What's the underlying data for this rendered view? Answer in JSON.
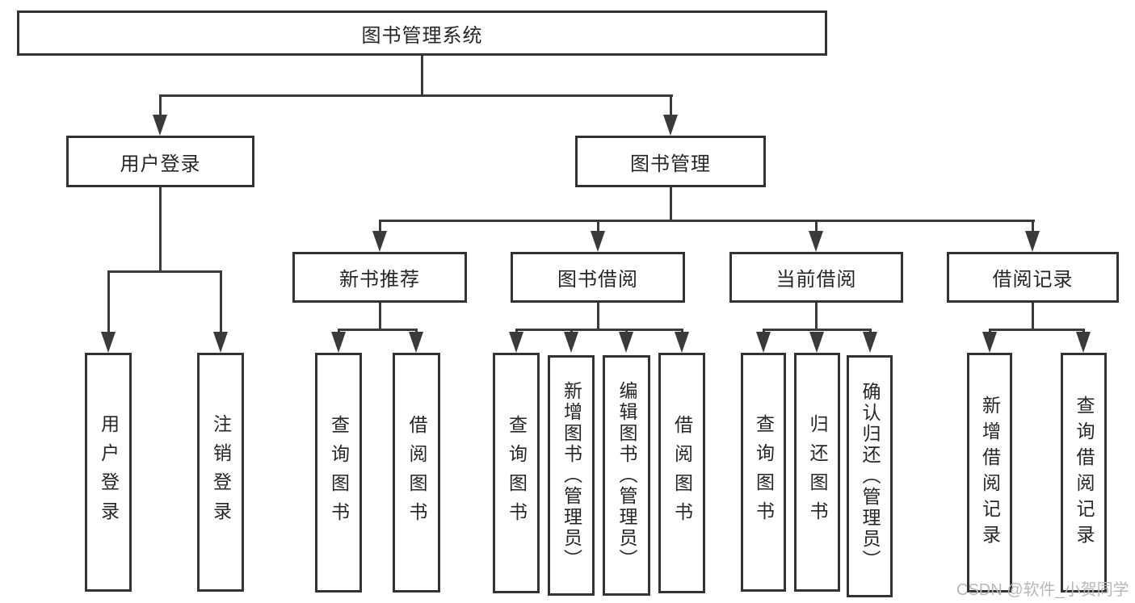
{
  "diagram": {
    "title": "图书管理系统",
    "level2": {
      "user_login": "用户登录",
      "book_mgmt": "图书管理"
    },
    "level3": {
      "new_book_rec": "新书推荐",
      "book_borrow": "图书借阅",
      "current_borrow": "当前借阅",
      "borrow_records": "借阅记录"
    },
    "leaves": {
      "user_login": [
        "用户登录",
        "注销登录"
      ],
      "new_book_rec": [
        "查询图书",
        "借阅图书"
      ],
      "book_borrow": [
        "查询图书",
        "新增图书（管理员）",
        "编辑图书（管理员）",
        "借阅图书"
      ],
      "current_borrow": [
        "查询图书",
        "归还图书",
        "确认归还（管理员）"
      ],
      "borrow_records": [
        "新增借阅记录",
        "查询借阅记录"
      ]
    },
    "watermark": "CSDN @软件_小贺同学",
    "colors": {
      "line": "#3a3a3a",
      "border": "#333333",
      "text": "#262626",
      "watermark": "#b8b8b8",
      "background": "#ffffff"
    }
  }
}
